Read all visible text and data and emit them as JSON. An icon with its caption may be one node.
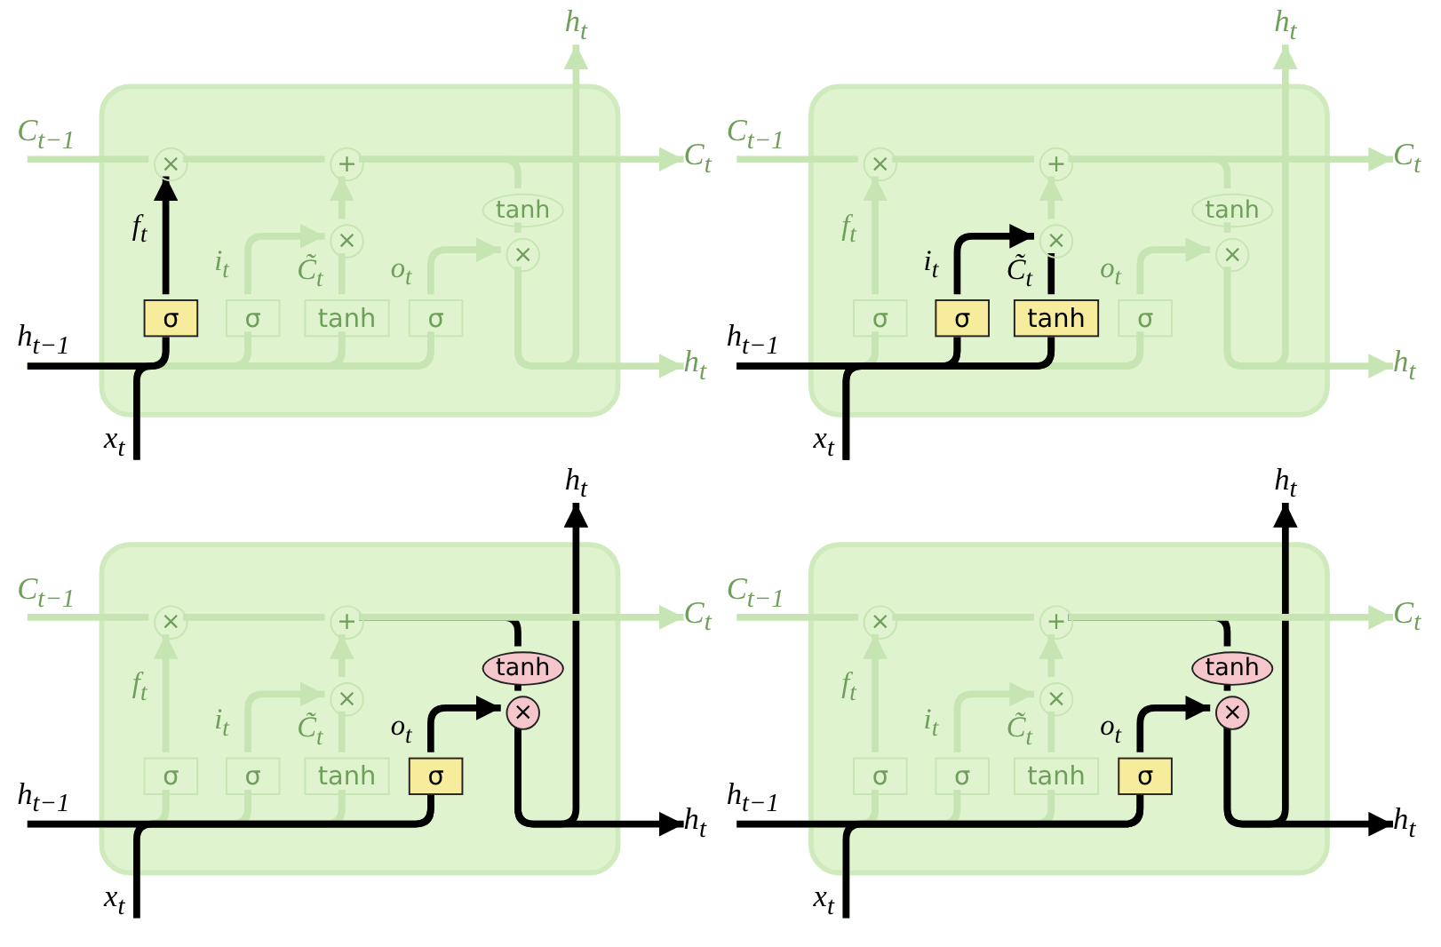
{
  "diagram": {
    "nodes": [
      {
        "text": [],
        "shape": "box"
      },
      {
        "text": [
          "C$_{t−1}$"
        ]
      },
      {
        "text": [
          "C$_{t}$"
        ]
      },
      {
        "text": [
          "h$_{t−1}$"
        ]
      },
      {
        "text": [
          "x$_{t}$"
        ]
      },
      {
        "text": [
          "h$_{t}$"
        ]
      },
      {
        "text": [
          "h$_{t}$"
        ]
      },
      {
        "text": [
          "×"
        ],
        "in": 0
      },
      {
        "text": [
          "+"
        ],
        "in": 0
      },
      {
        "text": [
          "tanh"
        ],
        "in": 0
      },
      {
        "text": [
          "×"
        ],
        "in": 0
      },
      {
        "text": [
          "σ"
        ],
        "in": 0
      },
      {
        "text": [
          "σ"
        ],
        "in": 0
      },
      {
        "text": [
          "tanh"
        ],
        "in": 0
      },
      {
        "text": [
          "σ"
        ],
        "in": 0
      },
      {
        "text": [
          "×"
        ],
        "in": 0
      },
      {
        "text": [],
        "shape": "box"
      },
      {
        "text": [
          "C$_{t−1}$"
        ]
      },
      {
        "text": [
          "C$_{t}$"
        ]
      },
      {
        "text": [
          "h$_{t−1}$"
        ]
      },
      {
        "text": [
          "x$_{t}$"
        ]
      },
      {
        "text": [
          "h$_{t}$"
        ]
      },
      {
        "text": [
          "h$_{t}$"
        ]
      },
      {
        "text": [
          "×"
        ],
        "in": 16
      },
      {
        "text": [
          "+"
        ],
        "in": 16
      },
      {
        "text": [
          "tanh"
        ],
        "in": 16
      },
      {
        "text": [
          "×"
        ],
        "in": 16
      },
      {
        "text": [
          "σ"
        ],
        "in": 16
      },
      {
        "text": [
          "σ"
        ],
        "in": 16
      },
      {
        "text": [
          "tanh"
        ],
        "in": 16
      },
      {
        "text": [
          "σ"
        ],
        "in": 16
      },
      {
        "text": [
          "×"
        ],
        "in": 16
      },
      {
        "text": [],
        "shape": "box"
      },
      {
        "text": [
          "C$_{t−1}$"
        ]
      },
      {
        "text": [
          "C$_{t}$"
        ]
      },
      {
        "text": [
          "h$_{t−1}$"
        ]
      },
      {
        "text": [
          "x$_{t}$"
        ]
      },
      {
        "text": [
          "h$_{t}$"
        ]
      },
      {
        "text": [
          "h$_{t}$"
        ]
      },
      {
        "text": [
          "×"
        ],
        "in": 32
      },
      {
        "text": [
          "+"
        ],
        "in": 32
      },
      {
        "text": [
          "tanh"
        ],
        "in": 32
      },
      {
        "text": [
          "×"
        ],
        "in": 32
      },
      {
        "text": [
          "σ"
        ],
        "in": 32
      },
      {
        "text": [
          "σ"
        ],
        "in": 32
      },
      {
        "text": [
          "tanh"
        ],
        "in": 32
      },
      {
        "text": [
          "σ"
        ],
        "in": 32
      },
      {
        "text": [
          "×"
        ],
        "in": 32
      },
      {
        "text": [],
        "shape": "box"
      },
      {
        "text": [
          "C$_{t−1}$"
        ]
      },
      {
        "text": [
          "C$_{t}$"
        ]
      },
      {
        "text": [
          "h$_{t−1}$"
        ]
      },
      {
        "text": [
          "x$_{t}$"
        ]
      },
      {
        "text": [
          "h$_{t}$"
        ]
      },
      {
        "text": [
          "h$_{t}$"
        ]
      },
      {
        "text": [
          "×"
        ],
        "in": 48
      },
      {
        "text": [
          "+"
        ],
        "in": 48
      },
      {
        "text": [
          "tanh"
        ],
        "in": 48
      },
      {
        "text": [
          "×"
        ],
        "in": 48
      },
      {
        "text": [
          "σ"
        ],
        "in": 48
      },
      {
        "text": [
          "σ"
        ],
        "in": 48
      },
      {
        "text": [
          "tanh"
        ],
        "in": 48
      },
      {
        "text": [
          "σ"
        ],
        "in": 48
      },
      {
        "text": [
          "×"
        ],
        "in": 48
      }
    ],
    "edges": [
      {
        "from": 1,
        "to": 7,
        "arrow": "none"
      },
      {
        "from": 7,
        "to": 8,
        "arrow": "none"
      },
      {
        "from": 8,
        "to": 2,
        "arrow": "to"
      },
      {
        "from": 8,
        "to": 9,
        "arrow": "none"
      },
      {
        "from": 9,
        "to": 10,
        "arrow": "none"
      },
      {
        "from": 10,
        "to": 5,
        "arrow": "to"
      },
      {
        "from": 10,
        "to": 6,
        "arrow": "to"
      },
      {
        "from": 3,
        "to": 11,
        "arrow": "none",
        "color": "#000000"
      },
      {
        "from": 3,
        "to": 12,
        "arrow": "none"
      },
      {
        "from": 3,
        "to": 13,
        "arrow": "none"
      },
      {
        "from": 3,
        "to": 14,
        "arrow": "none"
      },
      {
        "from": 4,
        "to": 11,
        "arrow": "none",
        "color": "#000000"
      },
      {
        "from": 4,
        "to": 12,
        "arrow": "none"
      },
      {
        "from": 4,
        "to": 13,
        "arrow": "none"
      },
      {
        "from": 4,
        "to": 14,
        "arrow": "none"
      },
      {
        "from": 11,
        "to": 7,
        "arrow": "to",
        "label": "f$_{t}$",
        "color": "#000000"
      },
      {
        "from": 12,
        "to": 15,
        "arrow": "to",
        "label": "i$_{t}$"
      },
      {
        "from": 13,
        "to": 15,
        "arrow": "none",
        "label": "C̃$_{t}$"
      },
      {
        "from": 15,
        "to": 8,
        "arrow": "to"
      },
      {
        "from": 14,
        "to": 10,
        "arrow": "to",
        "label": "o$_{t}$"
      },
      {
        "from": 17,
        "to": 23,
        "arrow": "none"
      },
      {
        "from": 23,
        "to": 24,
        "arrow": "none"
      },
      {
        "from": 24,
        "to": 18,
        "arrow": "to"
      },
      {
        "from": 24,
        "to": 25,
        "arrow": "none"
      },
      {
        "from": 25,
        "to": 26,
        "arrow": "none"
      },
      {
        "from": 26,
        "to": 21,
        "arrow": "to"
      },
      {
        "from": 26,
        "to": 22,
        "arrow": "to"
      },
      {
        "from": 19,
        "to": 27,
        "arrow": "none"
      },
      {
        "from": 19,
        "to": 28,
        "arrow": "none",
        "color": "#000000"
      },
      {
        "from": 19,
        "to": 29,
        "arrow": "none",
        "color": "#000000"
      },
      {
        "from": 19,
        "to": 30,
        "arrow": "none"
      },
      {
        "from": 20,
        "to": 27,
        "arrow": "none"
      },
      {
        "from": 20,
        "to": 28,
        "arrow": "none",
        "color": "#000000"
      },
      {
        "from": 20,
        "to": 29,
        "arrow": "none",
        "color": "#000000"
      },
      {
        "from": 20,
        "to": 30,
        "arrow": "none"
      },
      {
        "from": 27,
        "to": 23,
        "arrow": "to",
        "label": "f$_{t}$"
      },
      {
        "from": 28,
        "to": 31,
        "arrow": "to",
        "label": "i$_{t}$",
        "color": "#000000"
      },
      {
        "from": 29,
        "to": 31,
        "arrow": "none",
        "label": "C̃$_{t}$",
        "color": "#000000"
      },
      {
        "from": 31,
        "to": 24,
        "arrow": "to"
      },
      {
        "from": 30,
        "to": 26,
        "arrow": "to",
        "label": "o$_{t}$"
      },
      {
        "from": 33,
        "to": 39,
        "arrow": "none"
      },
      {
        "from": 39,
        "to": 40,
        "arrow": "none"
      },
      {
        "from": 40,
        "to": 34,
        "arrow": "to"
      },
      {
        "from": 40,
        "to": 41,
        "arrow": "none",
        "color": "#000000"
      },
      {
        "from": 41,
        "to": 42,
        "arrow": "none",
        "color": "#000000"
      },
      {
        "from": 42,
        "to": 37,
        "arrow": "to",
        "color": "#000000"
      },
      {
        "from": 42,
        "to": 38,
        "arrow": "to",
        "color": "#000000"
      },
      {
        "from": 35,
        "to": 43,
        "arrow": "none"
      },
      {
        "from": 35,
        "to": 44,
        "arrow": "none"
      },
      {
        "from": 35,
        "to": 45,
        "arrow": "none"
      },
      {
        "from": 35,
        "to": 46,
        "arrow": "none",
        "color": "#000000"
      },
      {
        "from": 36,
        "to": 43,
        "arrow": "none"
      },
      {
        "from": 36,
        "to": 44,
        "arrow": "none"
      },
      {
        "from": 36,
        "to": 45,
        "arrow": "none"
      },
      {
        "from": 36,
        "to": 46,
        "arrow": "none",
        "color": "#000000"
      },
      {
        "from": 43,
        "to": 39,
        "arrow": "to",
        "label": "f$_{t}$"
      },
      {
        "from": 44,
        "to": 47,
        "arrow": "to",
        "label": "i$_{t}$"
      },
      {
        "from": 45,
        "to": 47,
        "arrow": "none",
        "label": "C̃$_{t}$"
      },
      {
        "from": 47,
        "to": 40,
        "arrow": "to"
      },
      {
        "from": 46,
        "to": 42,
        "arrow": "to",
        "label": "o$_{t}$",
        "color": "#000000"
      },
      {
        "from": 49,
        "to": 55,
        "arrow": "none"
      },
      {
        "from": 55,
        "to": 56,
        "arrow": "none"
      },
      {
        "from": 56,
        "to": 50,
        "arrow": "to"
      },
      {
        "from": 56,
        "to": 57,
        "arrow": "none",
        "color": "#000000"
      },
      {
        "from": 57,
        "to": 58,
        "arrow": "none",
        "color": "#000000"
      },
      {
        "from": 58,
        "to": 53,
        "arrow": "to",
        "color": "#000000"
      },
      {
        "from": 58,
        "to": 54,
        "arrow": "to",
        "color": "#000000"
      },
      {
        "from": 51,
        "to": 59,
        "arrow": "none"
      },
      {
        "from": 51,
        "to": 60,
        "arrow": "none"
      },
      {
        "from": 51,
        "to": 61,
        "arrow": "none"
      },
      {
        "from": 51,
        "to": 62,
        "arrow": "none",
        "color": "#000000"
      },
      {
        "from": 52,
        "to": 59,
        "arrow": "none"
      },
      {
        "from": 52,
        "to": 60,
        "arrow": "none"
      },
      {
        "from": 52,
        "to": 61,
        "arrow": "none"
      },
      {
        "from": 52,
        "to": 62,
        "arrow": "none",
        "color": "#000000"
      },
      {
        "from": 59,
        "to": 55,
        "arrow": "to",
        "label": "f$_{t}$"
      },
      {
        "from": 60,
        "to": 63,
        "arrow": "to",
        "label": "i$_{t}$"
      },
      {
        "from": 61,
        "to": 63,
        "arrow": "none",
        "label": "C̃$_{t}$"
      },
      {
        "from": 63,
        "to": 56,
        "arrow": "to"
      },
      {
        "from": 62,
        "to": 58,
        "arrow": "to",
        "label": "o$_{t}$",
        "color": "#000000"
      }
    ]
  }
}
